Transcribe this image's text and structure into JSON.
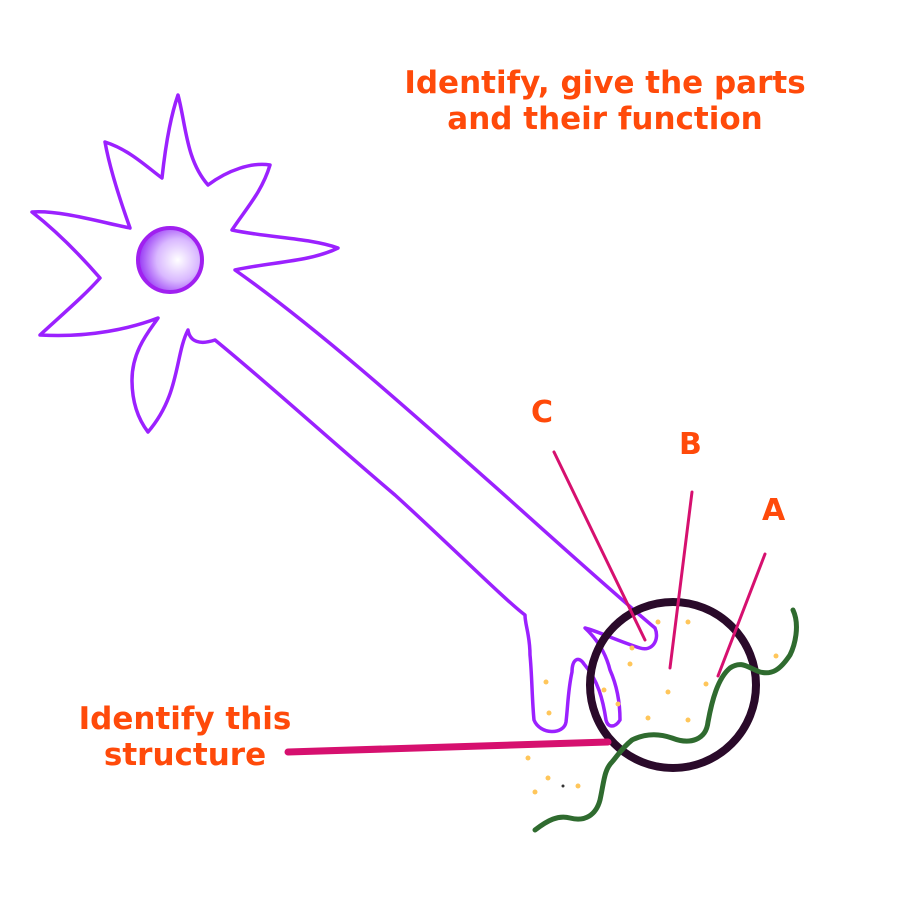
{
  "instruction_text": "Identify, give the parts and their function",
  "structure_question": "Identify this structure",
  "labels": {
    "c": "C",
    "b": "B",
    "a": "A"
  },
  "colors": {
    "neuron_outline": "#9b21ff",
    "nucleus": "#a64dff",
    "label_text": "#ff4a0a",
    "pointer_line": "#d6106f",
    "circle_outline": "#2a0a2a",
    "dendrite": "#2f6b2f",
    "vesicle_dots": "#ffc65a"
  }
}
